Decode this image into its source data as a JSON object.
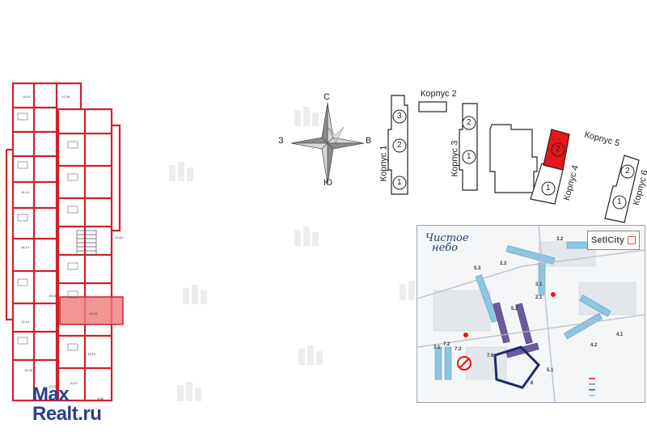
{
  "compass": {
    "north": "С",
    "south": "Ю",
    "west": "З",
    "east": "В"
  },
  "buildings": {
    "korpus1": {
      "label": "Корпус 1",
      "sections": [
        "3",
        "2",
        "1"
      ]
    },
    "korpus2": {
      "label": "Корпус 2"
    },
    "korpus3": {
      "label": "Корпус 3",
      "sections": [
        "2",
        "1"
      ]
    },
    "korpus4": {
      "label": "Корпус 4",
      "sections": [
        "2",
        "1"
      ],
      "highlighted_section": "2"
    },
    "korpus5": {
      "label": "Корпус 5"
    },
    "korpus6": {
      "label": "Корпус 6",
      "sections": [
        "2",
        "1"
      ]
    }
  },
  "floorplan": {
    "labels": [
      "10,07",
      "17,09",
      "16,14",
      "16,14",
      "10,64",
      "12,14",
      "16,19",
      "19,01",
      "16,18",
      "10,07",
      "15,19",
      "12,25",
      "3,58"
    ]
  },
  "sitemap": {
    "brand": "SetlCity",
    "project_logo": [
      "Чистое",
      "небо"
    ],
    "plot_numbers": [
      "3.2",
      "2.2",
      "5.3",
      "3.1",
      "2.1",
      "5.2",
      "4.1",
      "4.2",
      "7.3",
      "7.2",
      "7.1",
      "7.6",
      "5.1",
      "6"
    ]
  },
  "watermark": {
    "line1": "Max",
    "line2": "Realt.ru"
  },
  "colors": {
    "highlight": "#e8161b",
    "plan_wall": "#d0202a",
    "selected_flat": "#f07a7a"
  }
}
